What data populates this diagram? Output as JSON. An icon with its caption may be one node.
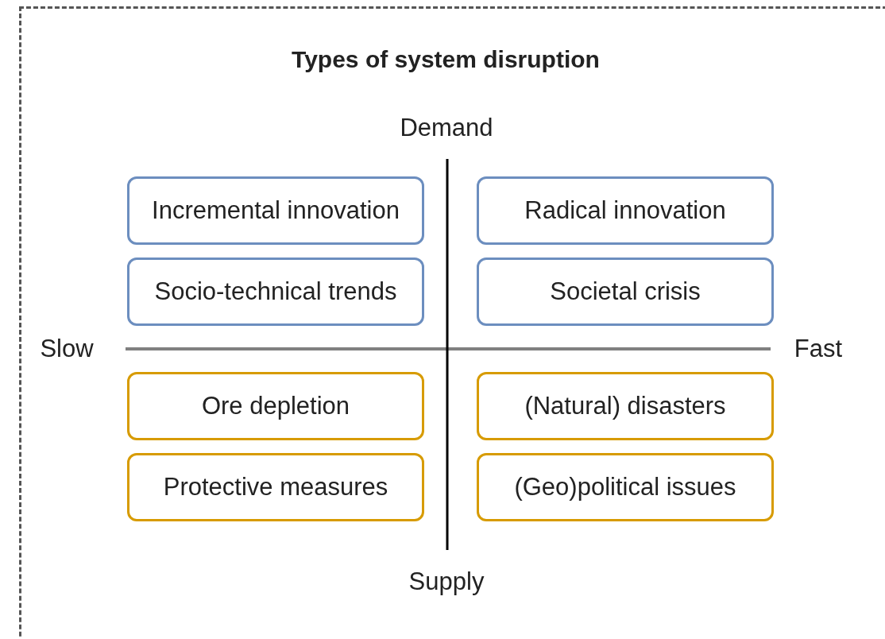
{
  "diagram": {
    "title": "Types of system disruption",
    "nodes": [
      {
        "text": [
          "Incremental innovation"
        ]
      },
      {
        "text": [
          "Radical innovation"
        ]
      },
      {
        "text": [
          "Socio-technical trends"
        ]
      },
      {
        "text": [
          "Societal crisis"
        ]
      },
      {
        "text": [
          "Ore depletion"
        ]
      },
      {
        "text": [
          "(Natural) disasters"
        ]
      },
      {
        "text": [
          "Protective measures"
        ]
      },
      {
        "text": [
          "(Geo)political issues"
        ]
      }
    ],
    "labels": [
      "Demand",
      "Slow",
      "Fast",
      "Supply"
    ]
  }
}
